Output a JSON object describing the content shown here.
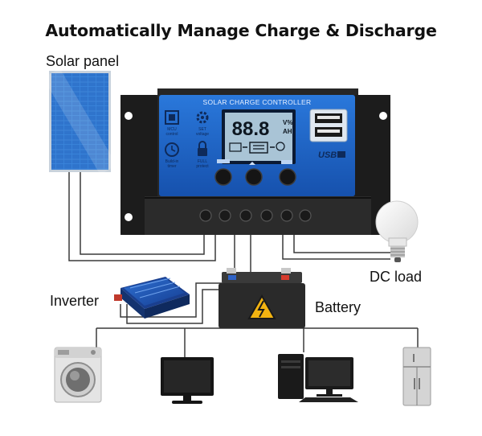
{
  "title": "Automatically Manage Charge & Discharge",
  "labels": {
    "solar_panel": "Solar panel",
    "dc_load": "DC load",
    "inverter": "Inverter",
    "battery": "Battery"
  },
  "controller": {
    "header": "SOLAR CHARGE CONTROLLER",
    "display_value": "88.8",
    "unit_top": "V%",
    "unit_bottom": "AH",
    "usb_label": "USB",
    "icons": [
      {
        "name": "mcu",
        "label_line1": "MCU",
        "label_line2": "control"
      },
      {
        "name": "set",
        "label_line1": "SET",
        "label_line2": "voltage"
      },
      {
        "name": "timer",
        "label_line1": "Build-in",
        "label_line2": "timer"
      },
      {
        "name": "protect",
        "label_line1": "FULL",
        "label_line2": "protect"
      }
    ]
  },
  "colors": {
    "controller_blue": "#1e63c8",
    "controller_body": "#232323",
    "lcd_bg": "#a9c4d6",
    "solar_blue": "#2f7bd6",
    "inverter_blue": "#1d58b8",
    "battery_body": "#2a2a2a",
    "warning_yellow": "#f2b311"
  },
  "appliances": [
    "washing-machine",
    "monitor",
    "desktop-computer",
    "refrigerator"
  ]
}
